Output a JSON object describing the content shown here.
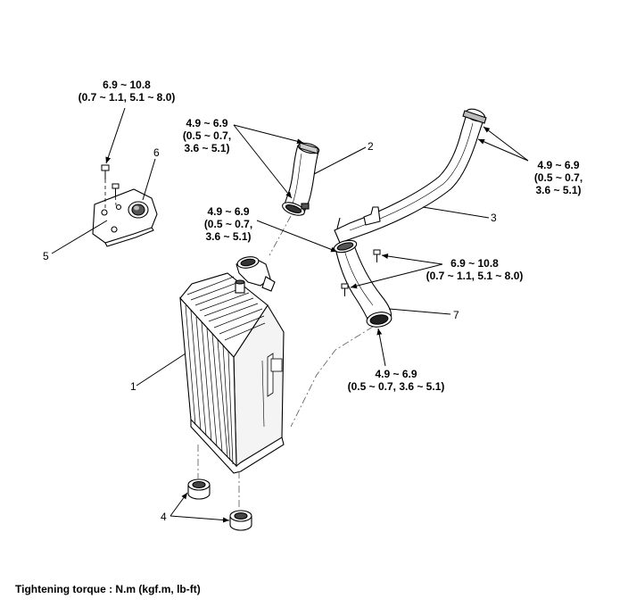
{
  "footer": "Tightening torque : N.m (kgf.m, lb-ft)",
  "part_numbers": {
    "p1": "1",
    "p2": "2",
    "p3": "3",
    "p4": "4",
    "p5": "5",
    "p6": "6",
    "p7": "7"
  },
  "torques": {
    "bracket": [
      "6.9 ~ 10.8",
      "(0.7 ~ 1.1, 5.1 ~ 8.0)"
    ],
    "hose2": [
      "4.9 ~ 6.9",
      "(0.5 ~ 0.7,",
      "3.6 ~ 5.1)"
    ],
    "pipe3_end": [
      "4.9 ~ 6.9",
      "(0.5 ~ 0.7,",
      "3.6 ~ 5.1)"
    ],
    "joint": [
      "4.9 ~ 6.9",
      "(0.5 ~ 0.7,",
      "3.6 ~ 5.1)"
    ],
    "bolts7": [
      "6.9 ~ 10.8",
      "(0.7 ~ 1.1, 5.1 ~ 8.0)"
    ],
    "hose7": [
      "4.9 ~ 6.9",
      "(0.5 ~ 0.7,  3.6 ~ 5.1)"
    ]
  }
}
